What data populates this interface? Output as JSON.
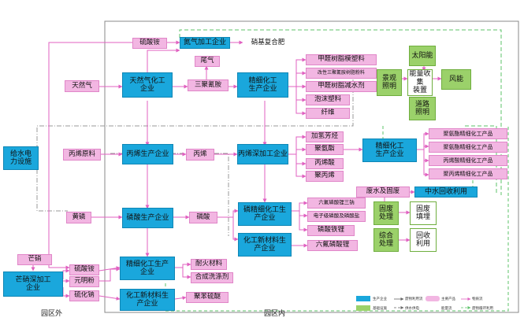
{
  "zones": {
    "outside": "园区外",
    "inside": "园区内"
  },
  "nodes": {
    "n_liusuan_an": "硫酸铵",
    "n_qi_jiagong": "氮气加工企业",
    "n_xiaoji_fuhe": "硝基复合肥",
    "n_weiqi": "尾气",
    "n_tianranqi": "天然气",
    "n_trq_huagong": "天然气化工\n企业",
    "n_sanju": "三聚氰胺",
    "n_jingxi_hg1": "精细化工\n生产企业",
    "n_p1": "甲醛树脂模塑料",
    "n_p2": "改性三聚氰胺树脂粉料",
    "n_p3": "甲醛树脂减水剂",
    "n_p4": "泡沫塑料",
    "n_p5": "纤维",
    "n_jingguan": "景观\n照明",
    "n_neng": "能量收集\n装置",
    "n_taiyang": "太阳能",
    "n_fengneng": "风能",
    "n_daolu": "道路\n照明",
    "n_geishui": "给水电\n力设施",
    "n_bingxi_yuanliao": "丙烯原料",
    "n_bingxi_qiye": "丙烯生产企业",
    "n_bingxi": "丙烯",
    "n_bingxi_shen": "丙烯深加工企业",
    "n_b1": "加氢芳烃",
    "n_b2": "聚氨酯",
    "n_b3": "丙烯酸",
    "n_b4": "聚丙烯",
    "n_jingxi_hg2": "精细化工\n生产企业",
    "n_c1": "聚氨酯精细化工产品",
    "n_c2": "聚氨酯精细化工产品",
    "n_c3": "丙烯酸精细化工产品",
    "n_c4": "聚丙烯精细化工产品",
    "n_feishui": "废水及固废",
    "n_zhongshui": "中水回收利用",
    "n_huanglin": "黄磷",
    "n_linsuan_qiye": "磷酸生产企业",
    "n_linsuan": "磷酸",
    "n_lin_jingxi": "磷精细化工生\n产企业",
    "n_l1": "六氟磷酸锂三钠",
    "n_l2": "电子级磷酸及磷酸盐",
    "n_l3": "磷酸铁锂",
    "n_l4": "六氟磷酸锂",
    "n_hg_xincai1": "化工新材料生\n产企业",
    "n_gufei": "固废\n处理",
    "n_gufei_t": "固废\n填埋",
    "n_zonghe": "综合\n处理",
    "n_huishou": "回收\n利用",
    "n_mangxiao": "芒硝",
    "n_mangxiao_shen": "芒硝深加工\n企业",
    "n_liusuan_an2": "硫酸铵",
    "n_yuanmingfen": "元明粉",
    "n_liuhuana": "硫化钠",
    "n_jingxi_hg3": "精细化工生产\n企业",
    "n_naihuo": "耐火材料",
    "n_hecheng": "合成洗涤剂",
    "n_hg_xincai2": "化工新材料生\n产企业",
    "n_jubenliu": "聚苯硫醚"
  },
  "legend": {
    "items": [
      "生产企业",
      "基础设施",
      "主要产品",
      "废物利用流",
      "供水供电",
      "物质流",
      "能量流",
      "废物循环利用"
    ],
    "colors": {
      "company": "#1aa7dc",
      "infra": "#9bd16a",
      "product": "#f2b6e2"
    }
  },
  "colors": {
    "arrow": "#e060c0",
    "green_dash": "#5cc36a",
    "gray_line": "#999999"
  }
}
